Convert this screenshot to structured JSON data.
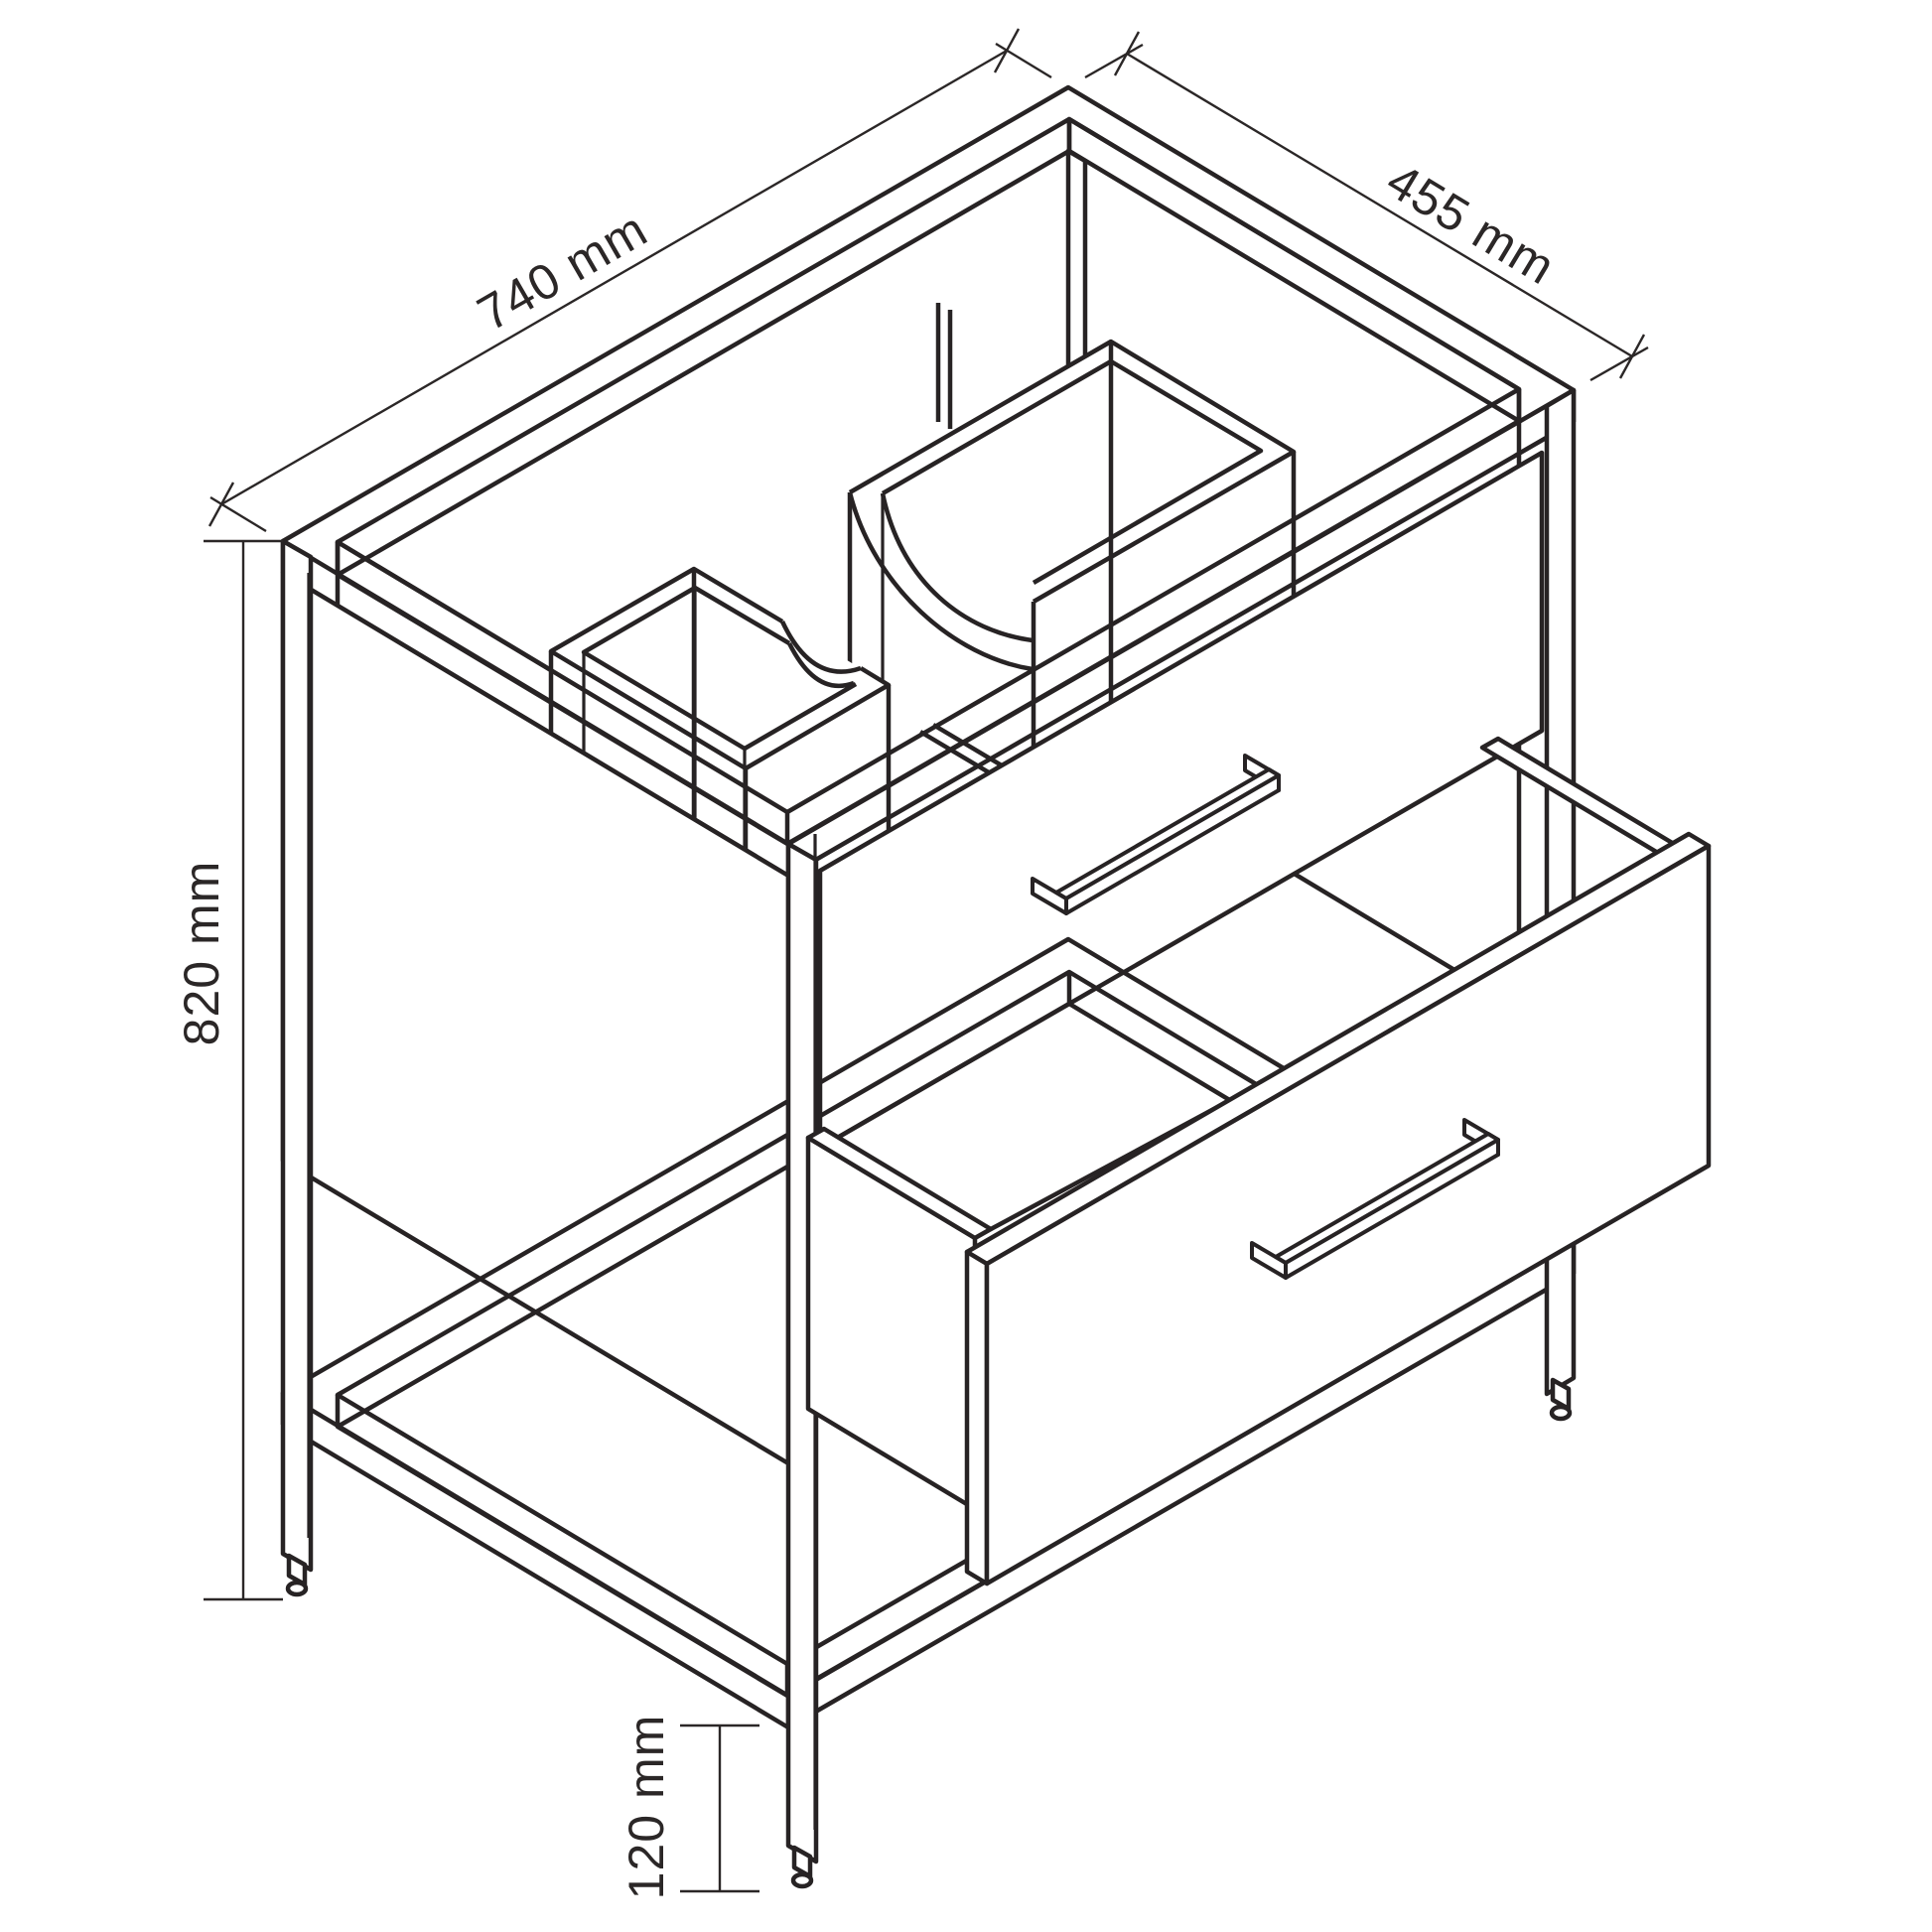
{
  "drawing": {
    "type": "isometric-technical-line-drawing",
    "subject": "two-drawer vanity cabinet on open steel frame with adjustable feet, bottom drawer pulled out",
    "line_color": "#272324",
    "background_color": "#ffffff",
    "dimensions": {
      "width": {
        "label": "740 mm",
        "value": 740,
        "unit": "mm",
        "edge": "top-left"
      },
      "depth": {
        "label": "455 mm",
        "value": 455,
        "unit": "mm",
        "edge": "top-right"
      },
      "height": {
        "label": "820 mm",
        "value": 820,
        "unit": "mm",
        "edge": "left-side"
      },
      "foot_clearance": {
        "label": "120 mm",
        "value": 120,
        "unit": "mm",
        "edge": "front-leg-bottom"
      }
    }
  }
}
